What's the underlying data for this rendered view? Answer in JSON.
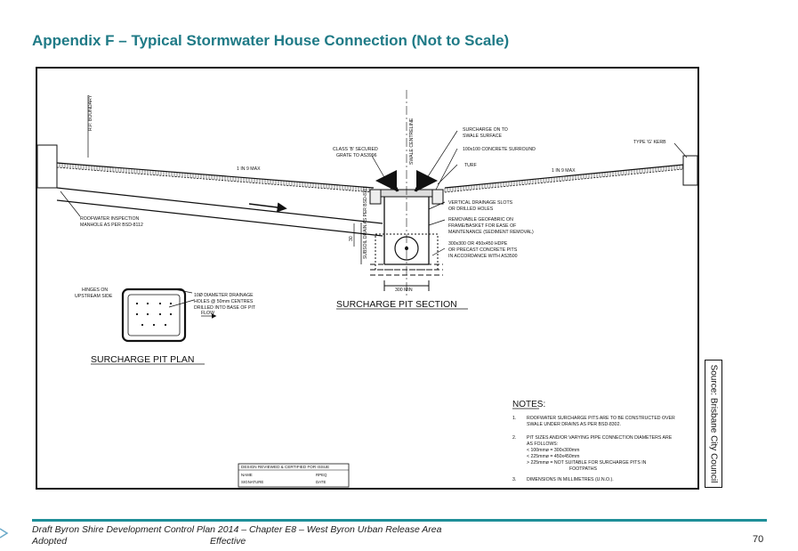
{
  "page_title": "Appendix F – Typical Stormwater House Connection (Not to Scale)",
  "source": "Source: Brisbane City Council",
  "drawing": {
    "rp_boundary": "R.P. BOUNDARY",
    "surcharge_on_td": "SURCHARGE ON TO",
    "swale_surface": "SWALE SURFACE",
    "concrete_surround": "100x100 CONCRETE SURROUND",
    "turf": "TURF",
    "class_b_grate_1": "CLASS 'B' SECURED",
    "class_b_grate_2": "GRATE TO AS3996",
    "swale_centreline": "SWALE CENTRELINE",
    "type_g_kerb": "TYPE 'G' KERB",
    "slope_left": "1 IN 9 MAX",
    "slope_right": "1 IN 9 MAX",
    "roofwater_manhole_1": "ROOFWATER INSPECTION",
    "roofwater_manhole_2": "MANHOLE AS PER BSD-8112",
    "vertical_slots_1": "VERTICAL DRAINAGE SLOTS",
    "vertical_slots_2": "OR DRILLED HOLES",
    "geofabric_1": "REMOVABLE GEOFABRIC ON",
    "geofabric_2": "FRAME/BASKET FOR EASE OF",
    "geofabric_3": "MAINTENANCE (SEDIMENT REMOVAL)",
    "pit_size_1": "300x300 OR 450x450 HDPE",
    "pit_size_2": "OR PRECAST CONCRETE PITS",
    "pit_size_3": "IN ACCORDANCE WITH AS3500",
    "subsoil_drain": "SUBSOIL DRAIN AS PER BSD-8111",
    "dim_30": "30",
    "dim_300_min": "300 MIN",
    "hinges_1": "HINGES ON",
    "hinges_2": "UPSTREAM SIDE",
    "holes_1": "10Ø DIAMETER DRAINAGE",
    "holes_2": "HOLES @ 50mm CENTRES",
    "holes_3": "DRILLED INTO BASE OF PIT",
    "flow": "FLOW",
    "section_title": "SURCHARGE PIT SECTION",
    "plan_title": "SURCHARGE PIT PLAN",
    "design_stamp_title": "DESIGN REVIEWED & CERTIFIED FOR ISSUE",
    "design_stamp_name": "NAME",
    "design_stamp_signature": "SIGNATURE",
    "design_stamp_rpeq": "RPEQ",
    "design_stamp_date": "DATE",
    "notes_title": "NOTES:",
    "note1_num": "1.",
    "note1_line1": "ROOFWATER SURCHARGE PITS ARE TO BE CONSTRUCTED OVER",
    "note1_line2": "SWALE UNDER DRAINS AS PER BSD-8302.",
    "note2_num": "2.",
    "note2_line1": "PIT SIZES AND/OR VARYING PIPE CONNECTION DIAMETERS ARE",
    "note2_line2": "AS FOLLOWS:",
    "note2_line3": "< 100mmø  =  300x300mm",
    "note2_line4": "< 225mmø  =  450x450mm",
    "note2_line5": "> 225mmø  =  NOT SUITABLE FOR SURCHARGE PITS IN",
    "note2_line6": "FOOTPATHS",
    "note3_num": "3.",
    "note3_line1": "DIMENSIONS IN MILLIMETRES (U.N.O.)."
  },
  "footer": {
    "doc_line": "Draft Byron Shire Development Control Plan 2014 – Chapter E8 – West Byron Urban Release Area",
    "status": "Adopted",
    "effective": "Effective",
    "page_number": "70"
  }
}
